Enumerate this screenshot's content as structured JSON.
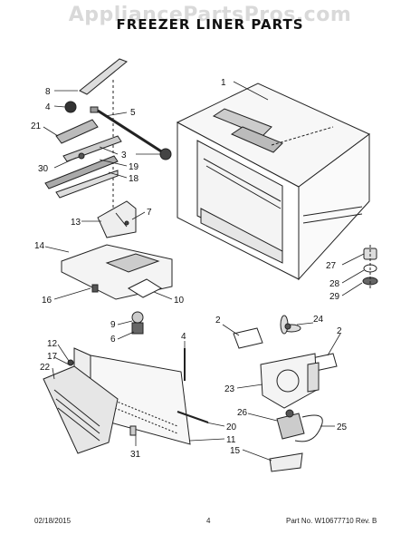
{
  "header": {
    "watermark": "AppliancePartsPros.com",
    "title": "FREEZER LINER PARTS"
  },
  "callouts": {
    "c1": "1",
    "c2a": "2",
    "c2b": "2",
    "c3": "3",
    "c4": "4",
    "c5": "5",
    "c6": "6",
    "c7": "7",
    "c8": "8",
    "c9": "9",
    "c10": "10",
    "c11": "11",
    "c12": "12",
    "c13": "13",
    "c14": "14",
    "c15": "15",
    "c16": "16",
    "c17": "17",
    "c18": "18",
    "c19": "19",
    "c20": "20",
    "c21": "21",
    "c22": "22",
    "c23": "23",
    "c24": "24",
    "c25": "25",
    "c26": "26",
    "c27": "27",
    "c28": "28",
    "c29": "29",
    "c30": "30",
    "c31": "31"
  },
  "footer": {
    "date": "02/18/2015",
    "page": "4",
    "part_no": "Part No. W10677710  Rev. B"
  }
}
